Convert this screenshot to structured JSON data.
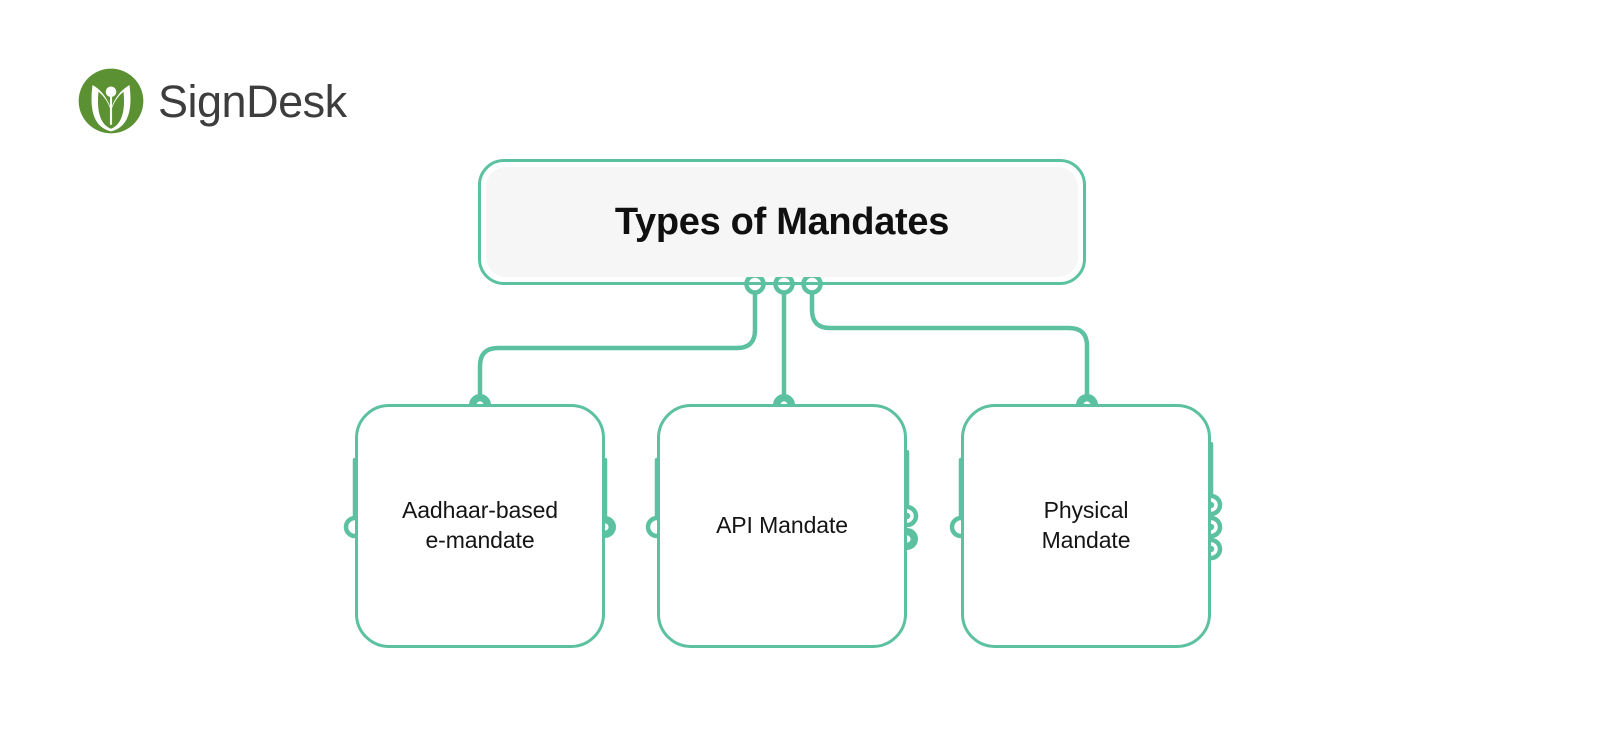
{
  "brand": {
    "name": "SignDesk",
    "logo_icon": "signdesk-leaf-pen-logo",
    "mark_color": "#5c9133",
    "word_color": "#3d3d3d"
  },
  "theme": {
    "accent": "#5cc1a0",
    "node_fill": "#f6f6f6",
    "card_fill": "#ffffff",
    "text": "#141414",
    "background": "#ffffff"
  },
  "diagram": {
    "type": "tree",
    "root": {
      "label": "Types of Mandates",
      "connector_dots": 3
    },
    "children": [
      {
        "id": "aadhaar",
        "label": "Aadhaar-based\ne-mandate",
        "top_dot": "filled-ring",
        "left_dots": 1,
        "right_dots": 1
      },
      {
        "id": "api",
        "label": "API Mandate",
        "top_dot": "filled-ring",
        "left_dots": 1,
        "right_dots": 2
      },
      {
        "id": "physical",
        "label": "Physical\nMandate",
        "top_dot": "filled-ring",
        "left_dots": 1,
        "right_dots": 3
      }
    ]
  }
}
